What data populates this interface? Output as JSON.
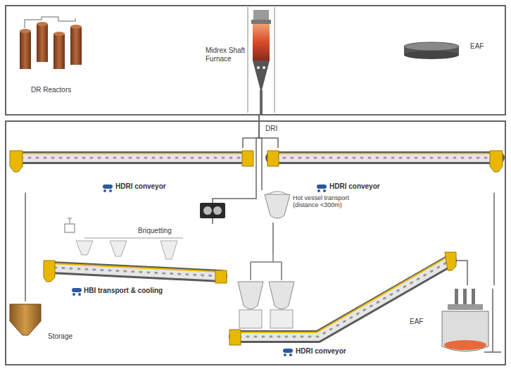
{
  "diagram": {
    "nodes": [
      {
        "text": [
          "DR Reactors"
        ]
      },
      {
        "text": [
          "Midrex Shaft Furnace"
        ]
      },
      {
        "text": [
          "EAF"
        ]
      },
      {
        "text": [
          "HDRI conveyor"
        ]
      },
      {
        "text": [
          "HDRI conveyor"
        ]
      },
      {
        "text": [
          "Hot vessel transport (distance <300m)"
        ]
      },
      {
        "text": [
          "HBI transport & cooling"
        ]
      },
      {
        "text": [
          "Storage"
        ]
      },
      {
        "text": [
          "HDRI conveyor"
        ]
      },
      {
        "text": [
          "EAF"
        ]
      }
    ],
    "edges": [
      {
        "from": 1,
        "to": 3,
        "arrow": "none"
      },
      {
        "from": 1,
        "to": 4,
        "arrow": "none"
      },
      {
        "from": 1,
        "to": 6,
        "arrow": "none"
      },
      {
        "from": 1,
        "to": 5,
        "arrow": "none"
      },
      {
        "from": 3,
        "to": 7,
        "arrow": "none"
      },
      {
        "from": 4,
        "to": 9,
        "arrow": "none"
      },
      {
        "from": 5,
        "to": 8,
        "arrow": "none"
      },
      {
        "from": 8,
        "to": 9,
        "arrow": "none"
      }
    ],
    "labels": [
      "DRI",
      "Briquetting"
    ]
  }
}
